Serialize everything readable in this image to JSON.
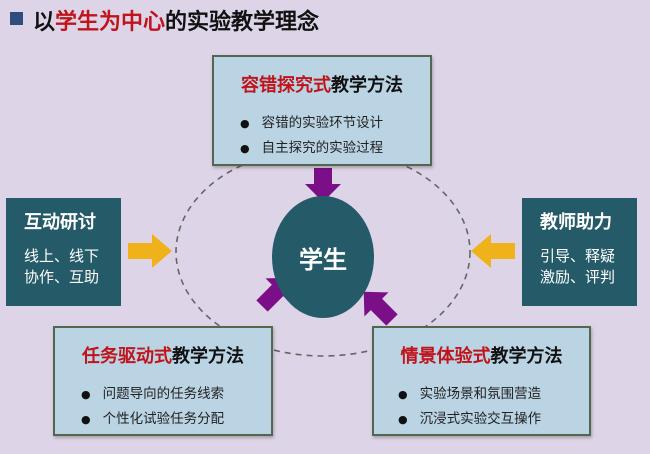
{
  "title": {
    "prefix": "以",
    "highlight": "学生为中心",
    "suffix": "的实验教学理念"
  },
  "center": {
    "label": "学生"
  },
  "top_box": {
    "title_red": "容错探究式",
    "title_rest": "教学方法",
    "bullets": [
      "容错的实验环节设计",
      "自主探究的实验过程"
    ]
  },
  "bottom_left_box": {
    "title_red": "任务驱动式",
    "title_rest": "教学方法",
    "bullets": [
      "问题导向的任务线索",
      "个性化试验任务分配"
    ]
  },
  "bottom_right_box": {
    "title_red": "情景体验式",
    "title_rest": "教学方法",
    "bullets": [
      "实验场景和氛围营造",
      "沉浸式实验交互操作"
    ]
  },
  "left_box": {
    "title": "互动研讨",
    "lines": [
      "线上、线下",
      "协作、互助"
    ]
  },
  "right_box": {
    "title": "教师助力",
    "lines": [
      "引导、释疑",
      "激励、评判"
    ]
  },
  "colors": {
    "background": "#ddd5e7",
    "dark_box": "#255b68",
    "light_box": "#bad4e4",
    "accent_red": "#c0141c",
    "purple_arrow": "#7b0f88",
    "yellow_arrow": "#f0b21a"
  }
}
